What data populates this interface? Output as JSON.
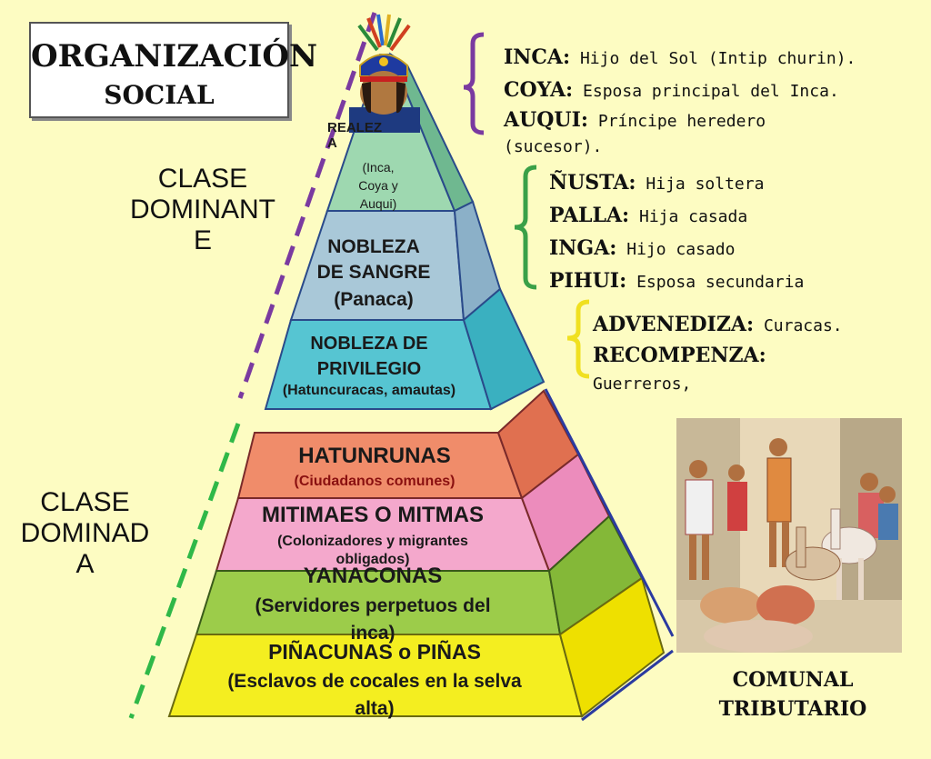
{
  "title": {
    "line1": "ORGANIZACIÓN",
    "line2": "SOCIAL"
  },
  "clase_dominante": {
    "lines": [
      "CLASE",
      "DOMINANT",
      "E"
    ]
  },
  "clase_dominada": {
    "lines": [
      "CLASE",
      "DOMINAD",
      "A"
    ]
  },
  "upper_pyramid": [
    {
      "name": "realeza",
      "title": "REALEZ\nA",
      "sub": "(Inca,\nCoya y\nAuqui)",
      "color": "#9ed8b0"
    },
    {
      "name": "nobleza-sangre",
      "title": "NOBLEZA\nDE SANGRE",
      "sub": "(Panaca)",
      "color": "#a9c8d8"
    },
    {
      "name": "nobleza-privilegio",
      "title": "NOBLEZA DE\nPRIVILEGIO",
      "sub": "(Hatuncuracas, amautas)",
      "color": "#56c5d2"
    }
  ],
  "lower_pyramid": [
    {
      "name": "hatunrunas",
      "title": "HATUNRUNAS",
      "sub": "(Ciudadanos comunes)",
      "color": "#f08c6a"
    },
    {
      "name": "mitimaes",
      "title": "MITIMAES O MITMAS",
      "sub": "(Colonizadores y migrantes\nobligados)",
      "color": "#f4a8cc"
    },
    {
      "name": "yanaconas",
      "title": "YANACONAS",
      "sub": "(Servidores perpetuos del\ninca)",
      "color": "#9ccc4a"
    },
    {
      "name": "pinacunas",
      "title": "PIÑACUNAS o PIÑAS",
      "sub": "(Esclavos de cocales en la selva\nalta)",
      "color": "#f4ee20"
    }
  ],
  "info_groups": [
    {
      "name": "realeza-info",
      "bracket_color": "#7a3aa0",
      "items": [
        {
          "term": "INCA:",
          "desc": "Hijo del Sol (Intip churin)."
        },
        {
          "term": "COYA:",
          "desc": "Esposa principal del Inca."
        },
        {
          "term": "AUQUI:",
          "desc": "Príncipe heredero\n(sucesor)."
        }
      ]
    },
    {
      "name": "nobleza-sangre-info",
      "bracket_color": "#3aa048",
      "items": [
        {
          "term": "ÑUSTA:",
          "desc": "Hija soltera"
        },
        {
          "term": "PALLA:",
          "desc": "Hija casada"
        },
        {
          "term": "INGA:",
          "desc": "Hijo casado"
        },
        {
          "term": "PIHUI:",
          "desc": "Esposa secundaria"
        }
      ]
    },
    {
      "name": "nobleza-privilegio-info",
      "bracket_color": "#f0e020",
      "items": [
        {
          "term": "ADVENEDIZA:",
          "desc": "Curacas."
        },
        {
          "term": "RECOMPENZA:",
          "desc": "\nGuerreros,"
        }
      ]
    }
  ],
  "caption": {
    "line1": "COMUNAL",
    "line2": "TRIBUTARIO"
  }
}
